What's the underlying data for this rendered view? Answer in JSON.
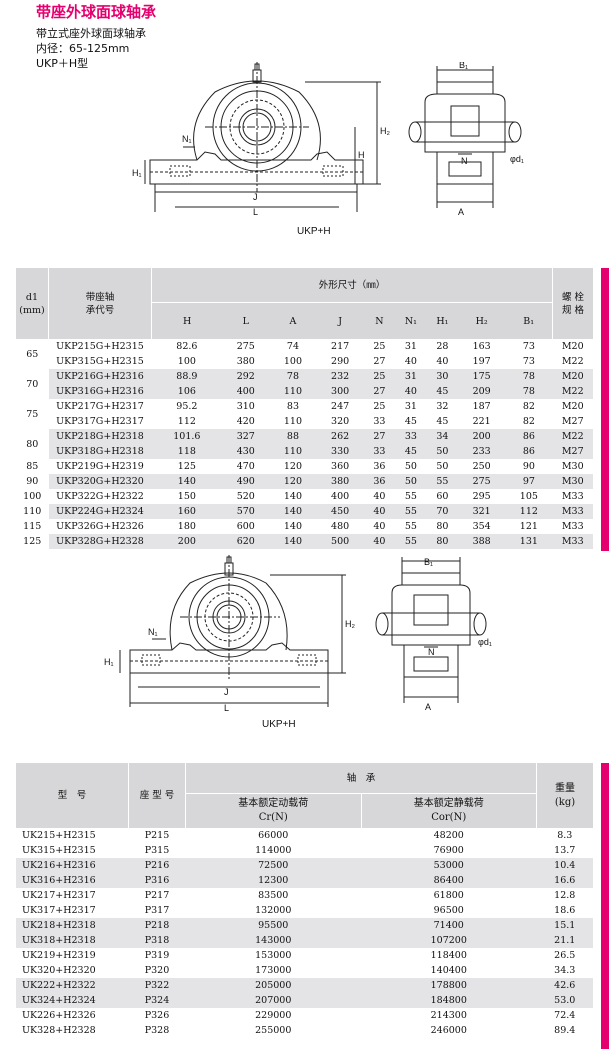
{
  "header": {
    "title": "带座外球面球轴承",
    "subtitle": "带立式座外球面球轴承",
    "bore": "内径：65-125mm",
    "type": "UKP＋H型"
  },
  "drawing1": {
    "label": "UKP+H",
    "dims": {
      "B1": "B₁",
      "N1": "N₁",
      "H1": "H₁",
      "H2": "H₂",
      "H": "H",
      "J": "J",
      "L": "L",
      "N": "N",
      "A": "A",
      "d1": "φd₁"
    }
  },
  "drawing2": {
    "label": "UKP+H",
    "dims": {
      "B1": "B₁",
      "N1": "N₁",
      "H1": "H₁",
      "H2": "H₂",
      "J": "J",
      "L": "L",
      "N": "N",
      "A": "A",
      "d1": "φd₁"
    }
  },
  "table1": {
    "header": {
      "d1": "d1",
      "d1_unit": "(mm)",
      "model_line1": "带座轴",
      "model_line2": "承代号",
      "dims_group": "外形尺寸（㎜）",
      "bolt_line1": "螺 栓",
      "bolt_line2": "规 格",
      "cols": [
        "H",
        "L",
        "A",
        "J",
        "N",
        "N₁",
        "H₁",
        "H₂",
        "B₁"
      ]
    },
    "groups": [
      {
        "d1": "65",
        "rows": [
          [
            "UKP215G+H2315",
            "82.6",
            "275",
            "74",
            "217",
            "25",
            "31",
            "28",
            "163",
            "73",
            "M20"
          ],
          [
            "UKP315G+H2315",
            "100",
            "380",
            "100",
            "290",
            "27",
            "40",
            "40",
            "197",
            "73",
            "M22"
          ]
        ]
      },
      {
        "d1": "70",
        "rows": [
          [
            "UKP216G+H2316",
            "88.9",
            "292",
            "78",
            "232",
            "25",
            "31",
            "30",
            "175",
            "78",
            "M20"
          ],
          [
            "UKP316G+H2316",
            "106",
            "400",
            "110",
            "300",
            "27",
            "40",
            "45",
            "209",
            "78",
            "M22"
          ]
        ]
      },
      {
        "d1": "75",
        "rows": [
          [
            "UKP217G+H2317",
            "95.2",
            "310",
            "83",
            "247",
            "25",
            "31",
            "32",
            "187",
            "82",
            "M20"
          ],
          [
            "UKP317G+H2317",
            "112",
            "420",
            "110",
            "320",
            "33",
            "45",
            "45",
            "221",
            "82",
            "M27"
          ]
        ]
      },
      {
        "d1": "80",
        "rows": [
          [
            "UKP218G+H2318",
            "101.6",
            "327",
            "88",
            "262",
            "27",
            "33",
            "34",
            "200",
            "86",
            "M22"
          ],
          [
            "UKP318G+H2318",
            "118",
            "430",
            "110",
            "330",
            "33",
            "45",
            "50",
            "233",
            "86",
            "M27"
          ]
        ]
      },
      {
        "d1": "85",
        "rows": [
          [
            "UKP219G+H2319",
            "125",
            "470",
            "120",
            "360",
            "36",
            "50",
            "50",
            "250",
            "90",
            "M30"
          ]
        ]
      },
      {
        "d1": "90",
        "rows": [
          [
            "UKP320G+H2320",
            "140",
            "490",
            "120",
            "380",
            "36",
            "50",
            "55",
            "275",
            "97",
            "M30"
          ]
        ]
      },
      {
        "d1": "100",
        "rows": [
          [
            "UKP322G+H2322",
            "150",
            "520",
            "140",
            "400",
            "40",
            "55",
            "60",
            "295",
            "105",
            "M33"
          ]
        ]
      },
      {
        "d1": "110",
        "rows": [
          [
            "UKP224G+H2324",
            "160",
            "570",
            "140",
            "450",
            "40",
            "55",
            "70",
            "321",
            "112",
            "M33"
          ]
        ]
      },
      {
        "d1": "115",
        "rows": [
          [
            "UKP326G+H2326",
            "180",
            "600",
            "140",
            "480",
            "40",
            "55",
            "80",
            "354",
            "121",
            "M33"
          ]
        ]
      },
      {
        "d1": "125",
        "rows": [
          [
            "UKP328G+H2328",
            "200",
            "620",
            "140",
            "500",
            "40",
            "55",
            "80",
            "388",
            "131",
            "M33"
          ]
        ]
      }
    ]
  },
  "table2": {
    "header": {
      "model": "型　号",
      "housing": "座 型 号",
      "bearing_group": "轴　承",
      "cr_line1": "基本额定动载荷",
      "cr_line2": "Cr(N)",
      "cor_line1": "基本额定静载荷",
      "cor_line2": "Cor(N)",
      "weight_line1": "重量",
      "weight_line2": "(kg)"
    },
    "rows": [
      [
        "UK215+H2315",
        "P215",
        "66000",
        "48200",
        "8.3"
      ],
      [
        "UK315+H2315",
        "P315",
        "114000",
        "76900",
        "13.7"
      ],
      [
        "UK216+H2316",
        "P216",
        "72500",
        "53000",
        "10.4"
      ],
      [
        "UK316+H2316",
        "P316",
        "12300",
        "86400",
        "16.6"
      ],
      [
        "UK217+H2317",
        "P217",
        "83500",
        "61800",
        "12.8"
      ],
      [
        "UK317+H2317",
        "P317",
        "132000",
        "96500",
        "18.6"
      ],
      [
        "UK218+H2318",
        "P218",
        "95500",
        "71400",
        "15.1"
      ],
      [
        "UK318+H2318",
        "P318",
        "143000",
        "107200",
        "21.1"
      ],
      [
        "UK219+H2319",
        "P319",
        "153000",
        "118400",
        "26.5"
      ],
      [
        "UK320+H2320",
        "P320",
        "173000",
        "140400",
        "34.3"
      ],
      [
        "UK222+H2322",
        "P322",
        "205000",
        "178800",
        "42.6"
      ],
      [
        "UK324+H2324",
        "P324",
        "207000",
        "184800",
        "53.0"
      ],
      [
        "UK226+H2326",
        "P326",
        "229000",
        "214300",
        "72.4"
      ],
      [
        "UK328+H2328",
        "P328",
        "255000",
        "246000",
        "89.4"
      ]
    ]
  },
  "colors": {
    "accent": "#e5006f",
    "header_bg": "#d7d7d9",
    "row_shade": "#e4e4e7"
  }
}
